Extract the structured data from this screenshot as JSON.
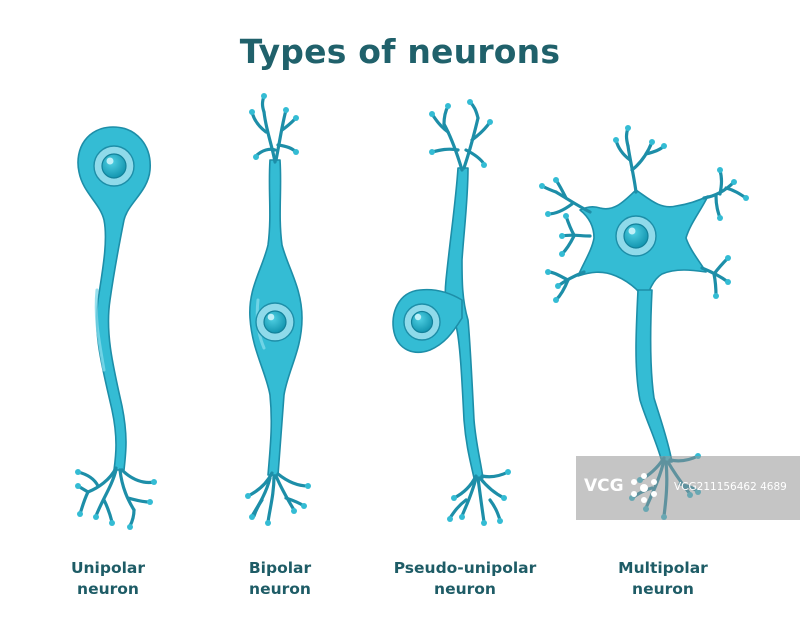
{
  "title": "Types of neurons",
  "colors": {
    "neuron_fill": "#34bcd4",
    "neuron_outline": "#1d8ea8",
    "nucleus_ring": "#8fdaea",
    "nucleus": "#1aa0b9",
    "title": "#20616b"
  },
  "neurons": [
    {
      "label_line1": "Unipolar",
      "label_line2": "neuron"
    },
    {
      "label_line1": "Bipolar",
      "label_line2": "neuron"
    },
    {
      "label_line1": "Pseudo-unipolar",
      "label_line2": "neuron"
    },
    {
      "label_line1": "Multipolar",
      "label_line2": "neuron"
    }
  ],
  "watermark": {
    "logo": "VCG",
    "id": "VCG211156462 4689"
  }
}
